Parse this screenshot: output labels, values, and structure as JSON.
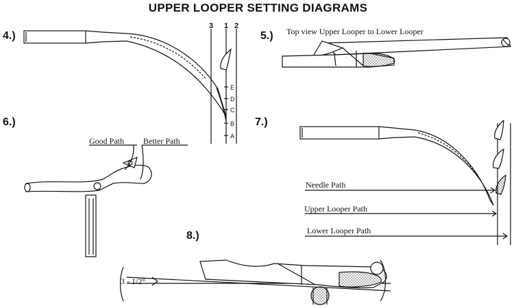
{
  "title": "UPPER LOOPER SETTING DIAGRAMS",
  "figures": {
    "fig4": {
      "label": "4.)",
      "column_numbers": [
        "3",
        "1",
        "2"
      ],
      "point_labels": [
        "E",
        "D",
        "C",
        "B",
        "A"
      ]
    },
    "fig5": {
      "label": "5.)",
      "caption": "Top view Upper Looper to Lower Looper"
    },
    "fig6": {
      "label": "6.)",
      "path_labels": [
        "Good Path",
        "Better Path"
      ]
    },
    "fig7": {
      "label": "7.)",
      "path_labels": [
        "Needle Path",
        "Upper Looper Path",
        "Lower Looper Path"
      ]
    },
    "fig8": {
      "label": "8.)",
      "angle": "3 - 1/2°"
    }
  },
  "colors": {
    "ink": "#111111",
    "hatch": "#555555"
  }
}
